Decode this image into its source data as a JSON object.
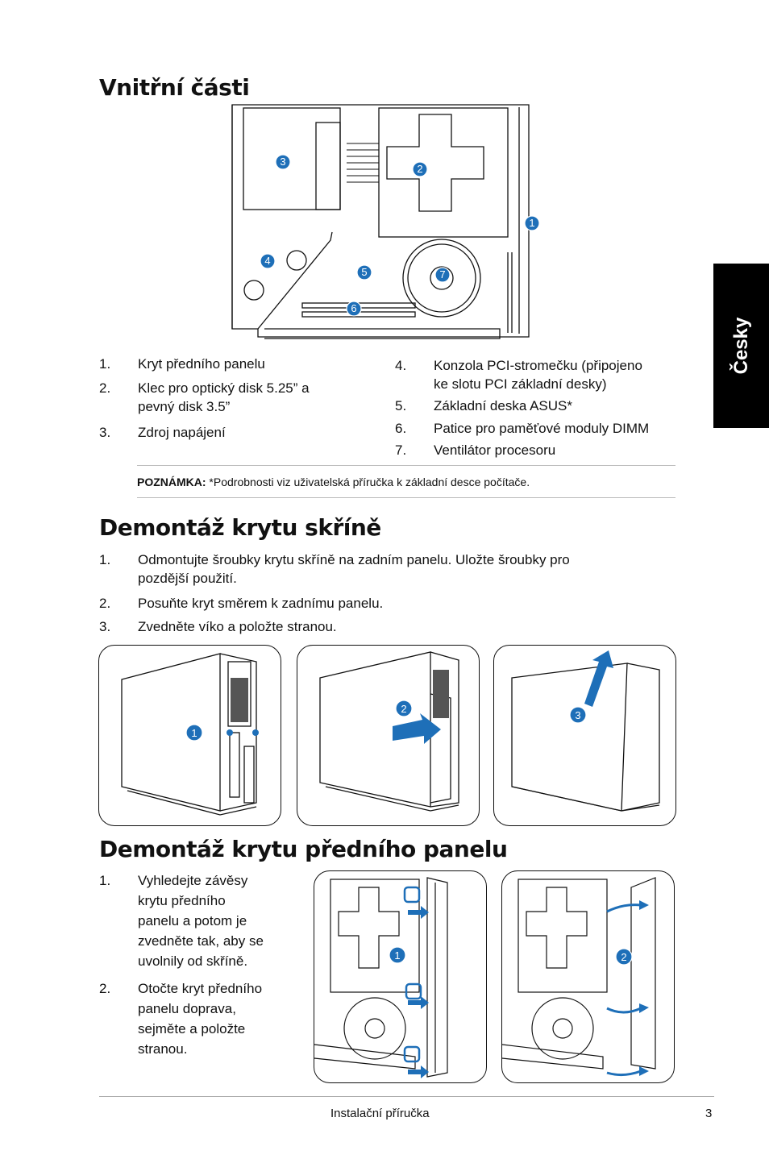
{
  "sidebar_tab": "Česky",
  "section1": {
    "title": "Vnitřní části",
    "callouts": [
      "1",
      "2",
      "3",
      "4",
      "5",
      "6",
      "7"
    ],
    "items_left": [
      {
        "num": "1.",
        "lines": [
          "Kryt předního panelu"
        ]
      },
      {
        "num": "2.",
        "lines": [
          "Klec pro optický disk 5.25” a",
          "pevný disk 3.5”"
        ]
      },
      {
        "num": "3.",
        "lines": [
          "Zdroj napájení"
        ]
      }
    ],
    "items_right": [
      {
        "num": "4.",
        "lines": [
          "Konzola PCI-stromečku (připojeno",
          "ke slotu PCI základní desky)"
        ]
      },
      {
        "num": "5.",
        "lines": [
          "Základní deska ASUS*"
        ]
      },
      {
        "num": "6.",
        "lines": [
          "Patice pro paměťové moduly DIMM"
        ]
      },
      {
        "num": "7.",
        "lines": [
          "Ventilátor procesoru"
        ]
      }
    ],
    "note_label": "POZNÁMKA:",
    "note_text": " *Podrobnosti viz uživatelská příručka k základní desce počítače."
  },
  "section2": {
    "title": "Demontáž krytu skříně",
    "steps": [
      {
        "num": "1.",
        "lines": [
          "Odmontujte šroubky krytu skříně na zadním panelu. Uložte šroubky pro",
          "pozdější použití."
        ]
      },
      {
        "num": "2.",
        "lines": [
          "Posuňte kryt směrem k zadnímu panelu."
        ]
      },
      {
        "num": "3.",
        "lines": [
          "Zvedněte víko a položte stranou."
        ]
      }
    ],
    "figure_callouts": [
      "1",
      "2",
      "3"
    ]
  },
  "section3": {
    "title": "Demontáž krytu předního panelu",
    "steps": [
      {
        "num": "1.",
        "lines": [
          "Vyhledejte závěsy",
          "krytu předního",
          "panelu a potom je",
          "zvedněte tak, aby se",
          "uvolnily od skříně."
        ]
      },
      {
        "num": "2.",
        "lines": [
          "Otočte kryt předního",
          "panelu doprava,",
          "sejměte a položte",
          "stranou."
        ]
      }
    ],
    "figure_callouts": [
      "1",
      "2"
    ]
  },
  "footer": {
    "title": "Instalační příručka",
    "page": "3"
  },
  "colors": {
    "accent": "#1e6fb8",
    "tab": "#000000"
  }
}
